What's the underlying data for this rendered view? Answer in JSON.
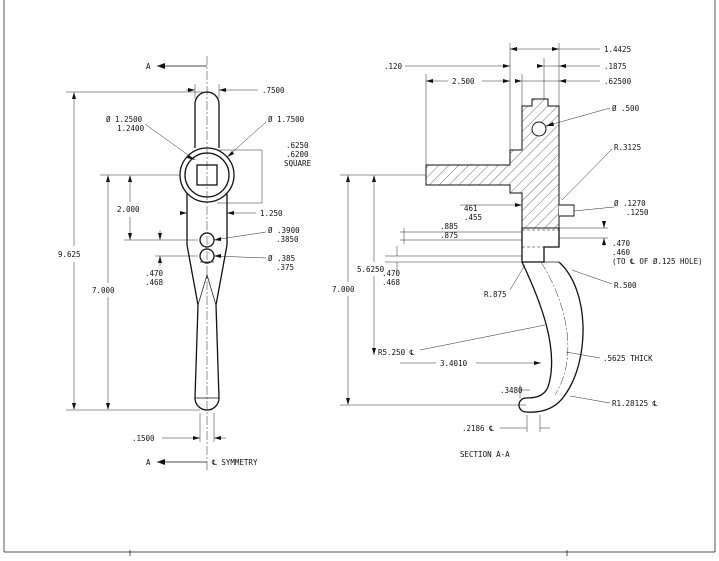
{
  "section_marks": {
    "top": "A",
    "bottom": "A"
  },
  "symmetry_label": "℄ SYMMETRY",
  "section_title": "SECTION  A-A",
  "front_view": {
    "overall_height": "9.625",
    "top_width": ".7500",
    "hub_inner_dia": [
      "Ø 1.2500",
      "1.2400"
    ],
    "hub_outer_dia": "Ø 1.7500",
    "square_hole": [
      ".6250",
      ".6200",
      "SQUARE"
    ],
    "hole_spacing": "2.000",
    "hub_width": "1.250",
    "hole1_dia": [
      "Ø .3900",
      ".3850"
    ],
    "hole2_dia": [
      "Ø .385",
      ".375"
    ],
    "hole_offset": [
      ".470",
      ".468"
    ],
    "lower_height": "7.000",
    "tip_width": ".1500"
  },
  "section_view": {
    "dim_top_right": "1.4425",
    "dim_1875": ".1875",
    "dim_62500": ".62500",
    "dim_120": ".120",
    "dim_2500": "2.500",
    "hole_dia": "Ø .500",
    "radius_3125": "R.3125",
    "pin_dia": [
      "Ø .1270",
      ".1250"
    ],
    "dim_461": [
      "461",
      ".455"
    ],
    "dim_885": [
      ".885",
      ".875"
    ],
    "dim_470": [
      ".470",
      ".460"
    ],
    "hole_note": "(TO ℄ OF Ø.125 HOLE)",
    "dim_56250": "5.6250",
    "dim_470b": [
      ".470",
      ".468"
    ],
    "dim_7000": "7.000",
    "radius_875": "R.875",
    "radius_500": "R.500",
    "radius_5250": "R5.250 ℄",
    "dim_34010": "3.4010",
    "thickness": ".5625 THICK",
    "dim_3480": ".3480",
    "radius_28125": "R1.28125 ℄",
    "dim_2186": ".2186 ℄"
  }
}
